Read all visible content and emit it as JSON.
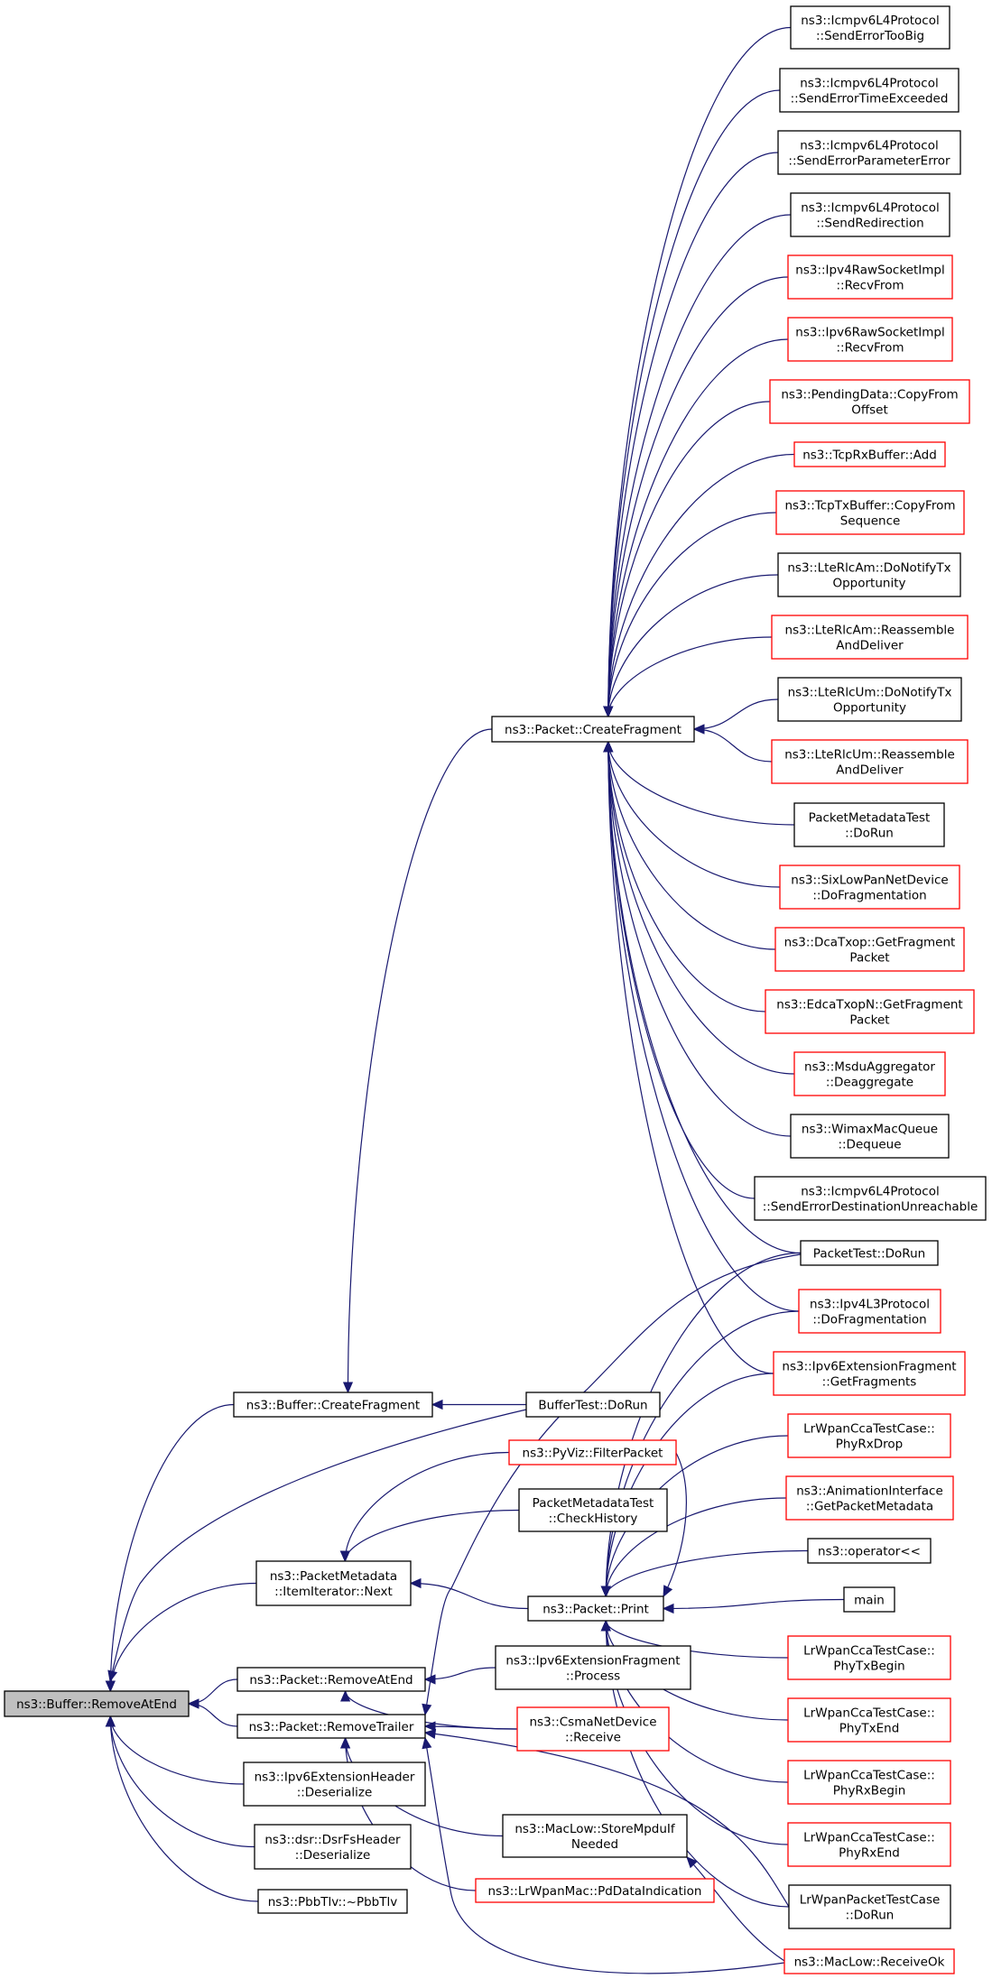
{
  "colors": {
    "edge": "#191970",
    "documented_border": "#000000",
    "undocumented_border": "#ff0000",
    "root_fill": "#bfbfbf",
    "node_fill": "#ffffff"
  },
  "nodes": [
    {
      "id": "root",
      "lines": [
        "ns3::Buffer::RemoveAtEnd"
      ],
      "style": "root"
    },
    {
      "id": "buf_cf",
      "lines": [
        "ns3::Buffer::CreateFragment"
      ],
      "style": "black"
    },
    {
      "id": "pm_next",
      "lines": [
        "ns3::PacketMetadata",
        "::ItemIterator::Next"
      ],
      "style": "black"
    },
    {
      "id": "pkt_rae",
      "lines": [
        "ns3::Packet::RemoveAtEnd"
      ],
      "style": "black"
    },
    {
      "id": "pkt_rt",
      "lines": [
        "ns3::Packet::RemoveTrailer"
      ],
      "style": "black"
    },
    {
      "id": "ipv6eh",
      "lines": [
        "ns3::Ipv6ExtensionHeader",
        "::Deserialize"
      ],
      "style": "black"
    },
    {
      "id": "dsr",
      "lines": [
        "ns3::dsr::DsrFsHeader",
        "::Deserialize"
      ],
      "style": "black"
    },
    {
      "id": "pbb",
      "lines": [
        "ns3::PbbTlv::~PbbTlv"
      ],
      "style": "black"
    },
    {
      "id": "pkt_cf",
      "lines": [
        "ns3::Packet::CreateFragment"
      ],
      "style": "black"
    },
    {
      "id": "buftest",
      "lines": [
        "BufferTest::DoRun"
      ],
      "style": "black"
    },
    {
      "id": "pyviz",
      "lines": [
        "ns3::PyViz::FilterPacket"
      ],
      "style": "red"
    },
    {
      "id": "pmtest_ch",
      "lines": [
        "PacketMetadataTest",
        "::CheckHistory"
      ],
      "style": "black"
    },
    {
      "id": "pkt_print",
      "lines": [
        "ns3::Packet::Print"
      ],
      "style": "black"
    },
    {
      "id": "ipv6ef_proc",
      "lines": [
        "ns3::Ipv6ExtensionFragment",
        "::Process"
      ],
      "style": "black"
    },
    {
      "id": "csma",
      "lines": [
        "ns3::CsmaNetDevice",
        "::Receive"
      ],
      "style": "red"
    },
    {
      "id": "maclow_sm",
      "lines": [
        "ns3::MacLow::StoreMpduIf",
        "Needed"
      ],
      "style": "black"
    },
    {
      "id": "lrwpan_pd",
      "lines": [
        "ns3::LrWpanMac::PdDataIndication"
      ],
      "style": "red"
    },
    {
      "id": "icmp_big",
      "lines": [
        "ns3::Icmpv6L4Protocol",
        "::SendErrorTooBig"
      ],
      "style": "black"
    },
    {
      "id": "icmp_te",
      "lines": [
        "ns3::Icmpv6L4Protocol",
        "::SendErrorTimeExceeded"
      ],
      "style": "black"
    },
    {
      "id": "icmp_pe",
      "lines": [
        "ns3::Icmpv6L4Protocol",
        "::SendErrorParameterError"
      ],
      "style": "black"
    },
    {
      "id": "icmp_red",
      "lines": [
        "ns3::Icmpv6L4Protocol",
        "::SendRedirection"
      ],
      "style": "black"
    },
    {
      "id": "ipv4raw",
      "lines": [
        "ns3::Ipv4RawSocketImpl",
        "::RecvFrom"
      ],
      "style": "red"
    },
    {
      "id": "ipv6raw",
      "lines": [
        "ns3::Ipv6RawSocketImpl",
        "::RecvFrom"
      ],
      "style": "red"
    },
    {
      "id": "pending",
      "lines": [
        "ns3::PendingData::CopyFrom",
        "Offset"
      ],
      "style": "red"
    },
    {
      "id": "tcprx",
      "lines": [
        "ns3::TcpRxBuffer::Add"
      ],
      "style": "red"
    },
    {
      "id": "tcptx",
      "lines": [
        "ns3::TcpTxBuffer::CopyFrom",
        "Sequence"
      ],
      "style": "red"
    },
    {
      "id": "lteam_dn",
      "lines": [
        "ns3::LteRlcAm::DoNotifyTx",
        "Opportunity"
      ],
      "style": "black"
    },
    {
      "id": "lteam_re",
      "lines": [
        "ns3::LteRlcAm::Reassemble",
        "AndDeliver"
      ],
      "style": "red"
    },
    {
      "id": "lteum_dn",
      "lines": [
        "ns3::LteRlcUm::DoNotifyTx",
        "Opportunity"
      ],
      "style": "black"
    },
    {
      "id": "lteum_re",
      "lines": [
        "ns3::LteRlcUm::Reassemble",
        "AndDeliver"
      ],
      "style": "red"
    },
    {
      "id": "pmtest_dr",
      "lines": [
        "PacketMetadataTest",
        "::DoRun"
      ],
      "style": "black"
    },
    {
      "id": "sixlow",
      "lines": [
        "ns3::SixLowPanNetDevice",
        "::DoFragmentation"
      ],
      "style": "red"
    },
    {
      "id": "dcatxop",
      "lines": [
        "ns3::DcaTxop::GetFragment",
        "Packet"
      ],
      "style": "red"
    },
    {
      "id": "edca",
      "lines": [
        "ns3::EdcaTxopN::GetFragment",
        "Packet"
      ],
      "style": "red"
    },
    {
      "id": "msdu",
      "lines": [
        "ns3::MsduAggregator",
        "::Deaggregate"
      ],
      "style": "red"
    },
    {
      "id": "wimax",
      "lines": [
        "ns3::WimaxMacQueue",
        "::Dequeue"
      ],
      "style": "black"
    },
    {
      "id": "icmp_du",
      "lines": [
        "ns3::Icmpv6L4Protocol",
        "::SendErrorDestinationUnreachable"
      ],
      "style": "black"
    },
    {
      "id": "pkttest",
      "lines": [
        "PacketTest::DoRun"
      ],
      "style": "black"
    },
    {
      "id": "ipv4l3",
      "lines": [
        "ns3::Ipv4L3Protocol",
        "::DoFragmentation"
      ],
      "style": "red"
    },
    {
      "id": "ipv6ef_gf",
      "lines": [
        "ns3::Ipv6ExtensionFragment",
        "::GetFragments"
      ],
      "style": "red"
    },
    {
      "id": "cca_rxdrop",
      "lines": [
        "LrWpanCcaTestCase::",
        "PhyRxDrop"
      ],
      "style": "red"
    },
    {
      "id": "anim",
      "lines": [
        "ns3::AnimationInterface",
        "::GetPacketMetadata"
      ],
      "style": "red"
    },
    {
      "id": "op",
      "lines": [
        "ns3::operator<<"
      ],
      "style": "black"
    },
    {
      "id": "main",
      "lines": [
        "main"
      ],
      "style": "black"
    },
    {
      "id": "cca_txbegin",
      "lines": [
        "LrWpanCcaTestCase::",
        "PhyTxBegin"
      ],
      "style": "red"
    },
    {
      "id": "cca_txend",
      "lines": [
        "LrWpanCcaTestCase::",
        "PhyTxEnd"
      ],
      "style": "red"
    },
    {
      "id": "cca_rxbegin",
      "lines": [
        "LrWpanCcaTestCase::",
        "PhyRxBegin"
      ],
      "style": "red"
    },
    {
      "id": "cca_rxend",
      "lines": [
        "LrWpanCcaTestCase::",
        "PhyRxEnd"
      ],
      "style": "red"
    },
    {
      "id": "lrwpan_pkt",
      "lines": [
        "LrWpanPacketTestCase",
        "::DoRun"
      ],
      "style": "black"
    },
    {
      "id": "maclow_ro",
      "lines": [
        "ns3::MacLow::ReceiveOk"
      ],
      "style": "red"
    }
  ],
  "edges": [
    {
      "from": "buf_cf",
      "to": "root"
    },
    {
      "from": "pm_next",
      "to": "root"
    },
    {
      "from": "pkt_rae",
      "to": "root"
    },
    {
      "from": "pkt_rt",
      "to": "root"
    },
    {
      "from": "ipv6eh",
      "to": "root"
    },
    {
      "from": "dsr",
      "to": "root"
    },
    {
      "from": "pbb",
      "to": "root"
    },
    {
      "from": "buftest",
      "to": "root"
    },
    {
      "from": "pkt_cf",
      "to": "buf_cf"
    },
    {
      "from": "buftest",
      "to": "buf_cf"
    },
    {
      "from": "pyviz",
      "to": "pm_next"
    },
    {
      "from": "pmtest_ch",
      "to": "pm_next"
    },
    {
      "from": "pkt_print",
      "to": "pm_next"
    },
    {
      "from": "ipv6ef_proc",
      "to": "pkt_rae"
    },
    {
      "from": "csma",
      "to": "pkt_rae"
    },
    {
      "from": "csma",
      "to": "pkt_rt"
    },
    {
      "from": "maclow_sm",
      "to": "pkt_rt"
    },
    {
      "from": "lrwpan_pd",
      "to": "pkt_rt"
    },
    {
      "from": "maclow_ro",
      "to": "pkt_rt"
    },
    {
      "from": "lrwpan_pkt",
      "to": "pkt_rt"
    },
    {
      "from": "pkttest",
      "to": "pkt_rt"
    },
    {
      "from": "maclow_ro",
      "to": "maclow_sm"
    },
    {
      "from": "icmp_big",
      "to": "pkt_cf"
    },
    {
      "from": "icmp_te",
      "to": "pkt_cf"
    },
    {
      "from": "icmp_pe",
      "to": "pkt_cf"
    },
    {
      "from": "icmp_red",
      "to": "pkt_cf"
    },
    {
      "from": "ipv4raw",
      "to": "pkt_cf"
    },
    {
      "from": "ipv6raw",
      "to": "pkt_cf"
    },
    {
      "from": "pending",
      "to": "pkt_cf"
    },
    {
      "from": "tcprx",
      "to": "pkt_cf"
    },
    {
      "from": "tcptx",
      "to": "pkt_cf"
    },
    {
      "from": "lteam_dn",
      "to": "pkt_cf"
    },
    {
      "from": "lteam_re",
      "to": "pkt_cf"
    },
    {
      "from": "lteum_dn",
      "to": "pkt_cf"
    },
    {
      "from": "lteum_re",
      "to": "pkt_cf"
    },
    {
      "from": "pmtest_dr",
      "to": "pkt_cf"
    },
    {
      "from": "sixlow",
      "to": "pkt_cf"
    },
    {
      "from": "dcatxop",
      "to": "pkt_cf"
    },
    {
      "from": "edca",
      "to": "pkt_cf"
    },
    {
      "from": "msdu",
      "to": "pkt_cf"
    },
    {
      "from": "wimax",
      "to": "pkt_cf"
    },
    {
      "from": "icmp_du",
      "to": "pkt_cf"
    },
    {
      "from": "pkttest",
      "to": "pkt_cf"
    },
    {
      "from": "ipv4l3",
      "to": "pkt_cf"
    },
    {
      "from": "ipv6ef_gf",
      "to": "pkt_cf"
    },
    {
      "from": "pkttest",
      "to": "pkt_print"
    },
    {
      "from": "ipv4l3",
      "to": "pkt_print"
    },
    {
      "from": "ipv6ef_gf",
      "to": "pkt_print"
    },
    {
      "from": "cca_rxdrop",
      "to": "pkt_print"
    },
    {
      "from": "anim",
      "to": "pkt_print"
    },
    {
      "from": "op",
      "to": "pkt_print"
    },
    {
      "from": "main",
      "to": "pkt_print"
    },
    {
      "from": "cca_txbegin",
      "to": "pkt_print"
    },
    {
      "from": "cca_txend",
      "to": "pkt_print"
    },
    {
      "from": "cca_rxbegin",
      "to": "pkt_print"
    },
    {
      "from": "cca_rxend",
      "to": "pkt_print"
    },
    {
      "from": "lrwpan_pkt",
      "to": "pkt_print"
    },
    {
      "from": "pyviz",
      "to": "pkt_print"
    }
  ]
}
